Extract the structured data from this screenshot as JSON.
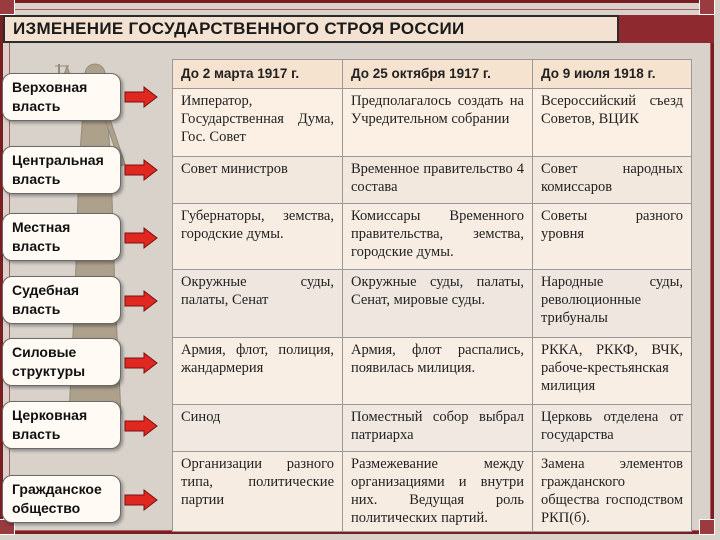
{
  "title": "ИЗМЕНЕНИЕ ГОСУДАРСТВЕННОГО СТРОЯ РОССИИ",
  "colors": {
    "frame": "#7a1e24",
    "arrow": "#e02820",
    "header": "#f6e3cf"
  },
  "columns": [
    "До 2 марта 1917 г.",
    "До 25 октября 1917 г.",
    "До 9 июля 1918 г."
  ],
  "rows": [
    {
      "label": "Верховная власть",
      "cells": [
        "Император, Государственная Дума, Гос. Совет",
        "Предполагалось создать на Учредительном собрании",
        "Всероссийский съезд Советов, ВЦИК"
      ]
    },
    {
      "label": "Центральная власть",
      "cells": [
        "Совет министров",
        "Временное правительство 4 состава",
        "Совет народных комиссаров"
      ]
    },
    {
      "label": "Местная власть",
      "cells": [
        "Губернаторы, земства, городские думы.",
        "Комиссары Временного правительства, земства, городские думы.",
        "Советы разного уровня"
      ]
    },
    {
      "label": "Судебная власть",
      "cells": [
        "Окружные суды, палаты, Сенат",
        "Окружные суды, палаты, Сенат, мировые суды.",
        "Народные суды, революционные трибуналы"
      ]
    },
    {
      "label": "Силовые структуры",
      "cells": [
        "Армия, флот, полиция, жандармерия",
        "Армия, флот распались, появилась милиция.",
        "РККА, РККФ, ВЧК, рабоче-крестьянская милиция"
      ]
    },
    {
      "label": "Церковная власть",
      "cells": [
        "Синод",
        "Поместный собор выбрал патриарха",
        "Церковь отделена от государства"
      ]
    },
    {
      "label": "Гражданское общество",
      "cells": [
        "Организации разного типа, политические партии",
        "Размежевание между организациями и внутри них. Ведущая роль политических партий.",
        "Замена элементов гражданского общества господством РКП(б)."
      ]
    }
  ]
}
